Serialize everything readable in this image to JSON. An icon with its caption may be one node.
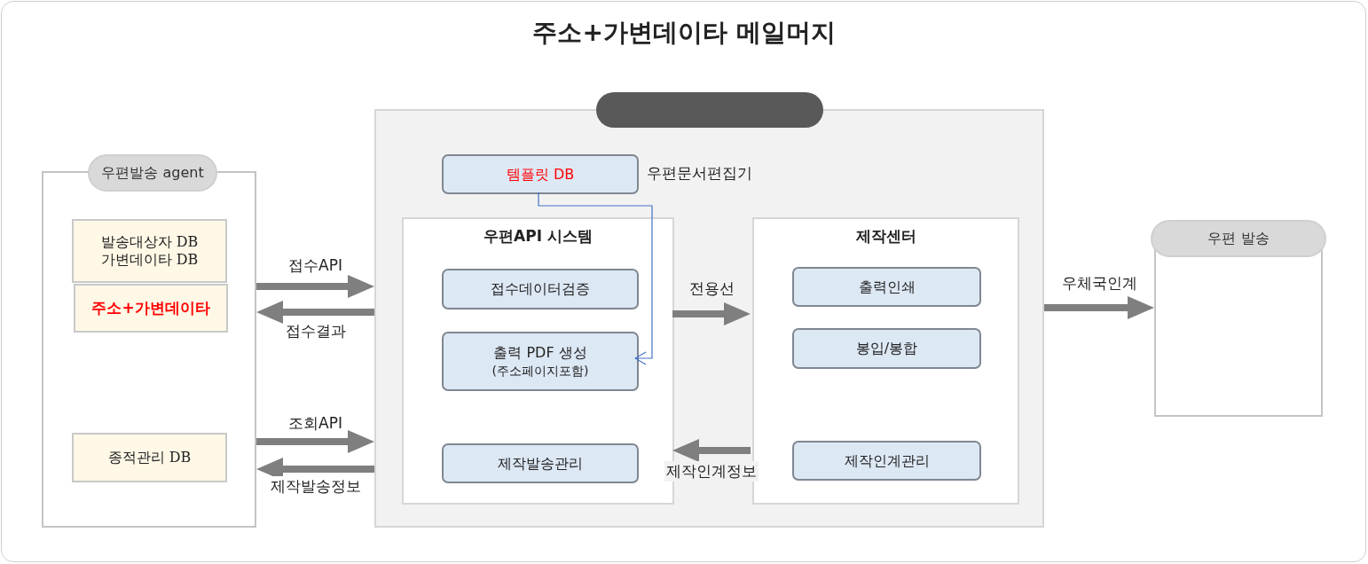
{
  "diagram": {
    "title": "주소+가변데이타 메일머지",
    "nodes": [
      {
        "text": [
          "우편발송 agent"
        ]
      },
      {
        "text": [
          "발송대상자 DB 가변데이타 DB"
        ],
        "in": 0
      },
      {
        "text": [
          "주소+가변데이타"
        ],
        "in": 0
      },
      {
        "text": [
          "종적관리 DB"
        ],
        "in": 0
      },
      {
        "text": [],
        "shape": "box"
      },
      {
        "text": [
          "템플릿 DB"
        ],
        "in": 4,
        "beside": [
          "우편문서편집기"
        ]
      },
      {
        "text": [
          "우편API 시스템"
        ],
        "in": 4
      },
      {
        "text": [
          "접수데이터검증"
        ],
        "in": 6
      },
      {
        "text": [
          "출력 PDF 생성",
          "(주소페이지포함)"
        ],
        "in": 6
      },
      {
        "text": [
          "제작발송관리"
        ],
        "in": 6
      },
      {
        "text": [
          "제작센터"
        ],
        "in": 4
      },
      {
        "text": [
          "출력인쇄"
        ],
        "in": 10
      },
      {
        "text": [
          "봉입/봉합"
        ],
        "in": 10
      },
      {
        "text": [
          "제작인계관리"
        ],
        "in": 10
      },
      {
        "text": [
          "우편 발송"
        ]
      }
    ],
    "edges": [
      {
        "from": 0,
        "to": 4,
        "arrow": "to",
        "label": "접수API"
      },
      {
        "from": 4,
        "to": 0,
        "arrow": "to",
        "label": "접수결과"
      },
      {
        "from": 0,
        "to": 4,
        "arrow": "to",
        "label": "조회API"
      },
      {
        "from": 4,
        "to": 0,
        "arrow": "to",
        "label": "제작발송정보"
      },
      {
        "from": 6,
        "to": 10,
        "arrow": "to",
        "label": "전용선"
      },
      {
        "from": 10,
        "to": 6,
        "arrow": "to",
        "label": "제작인계정보"
      },
      {
        "from": 4,
        "to": 14,
        "arrow": "to",
        "label": "우체국인계"
      },
      {
        "from": 5,
        "to": 8,
        "arrow": "to",
        "color": "#4472c4"
      }
    ]
  }
}
